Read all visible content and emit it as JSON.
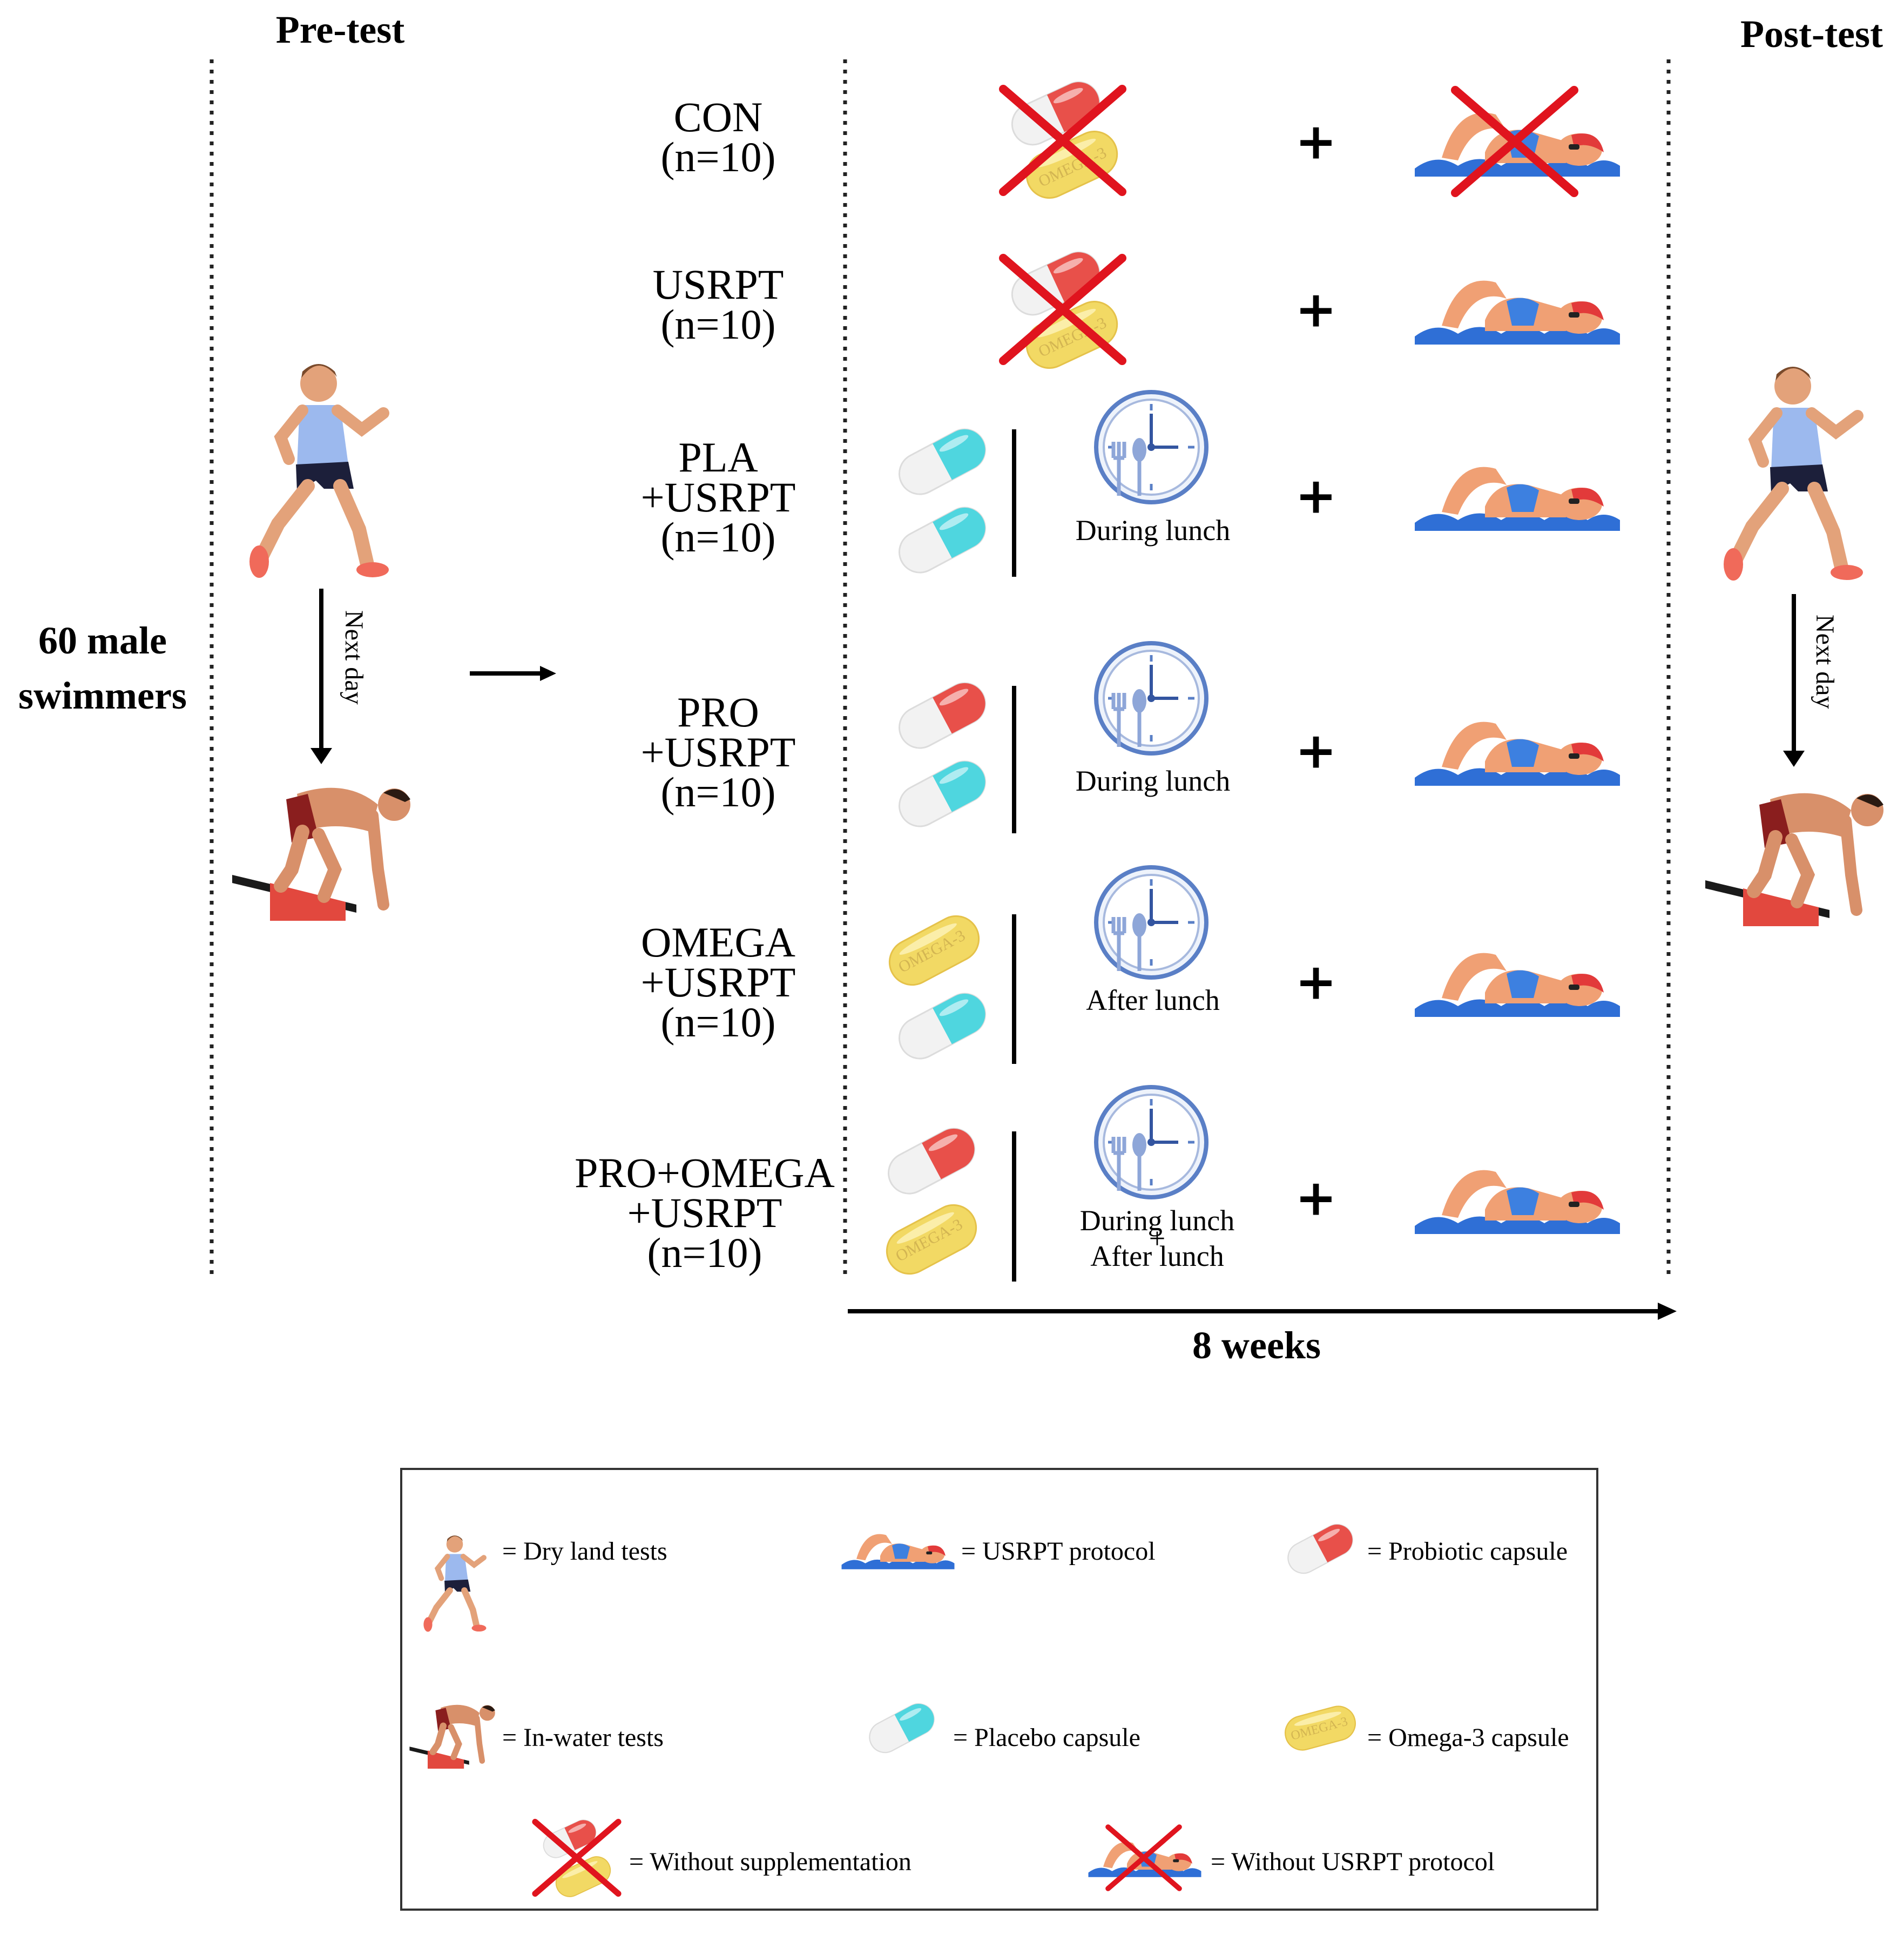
{
  "header": {
    "pre_test": "Pre-test",
    "post_test": "Post-test"
  },
  "subjects": {
    "line1": "60 male",
    "line2": "swimmers"
  },
  "next_day": "Next day",
  "groups": [
    {
      "name": "CON",
      "name2": "",
      "n": "(n=10)",
      "timing": "",
      "timing2": "",
      "timing3": ""
    },
    {
      "name": "USRPT",
      "name2": "",
      "n": "(n=10)",
      "timing": "",
      "timing2": "",
      "timing3": ""
    },
    {
      "name": "PLA",
      "name2": "+USRPT",
      "n": "(n=10)",
      "timing": "During lunch",
      "timing2": "",
      "timing3": ""
    },
    {
      "name": "PRO",
      "name2": "+USRPT",
      "n": "(n=10)",
      "timing": "During lunch",
      "timing2": "",
      "timing3": ""
    },
    {
      "name": "OMEGA",
      "name2": "+USRPT",
      "n": "(n=10)",
      "timing": "After lunch",
      "timing2": "",
      "timing3": ""
    },
    {
      "name": "PRO+OMEGA",
      "name2": "+USRPT",
      "n": "(n=10)",
      "timing": "During lunch",
      "timing2": "+",
      "timing3": "After lunch"
    }
  ],
  "plus_sign": "+",
  "duration": "8 weeks",
  "capsule_text": "OMEGA-3",
  "legend": {
    "dry_land": "= Dry land tests",
    "usrpt": "= USRPT protocol",
    "probiotic": "= Probiotic  capsule",
    "in_water": "= In-water tests",
    "placebo": "= Placebo capsule",
    "omega": "= Omega-3 capsule",
    "without_supp": "= Without supplementation",
    "without_usrpt": "= Without USRPT protocol"
  },
  "colors": {
    "probiotic_red": "#e8504a",
    "placebo_cyan": "#4fd6df",
    "omega_yellow": "#f2d964",
    "cross_red": "#e0141e",
    "water_blue": "#2f6fd6",
    "clock_blue": "#5a7fc6"
  }
}
